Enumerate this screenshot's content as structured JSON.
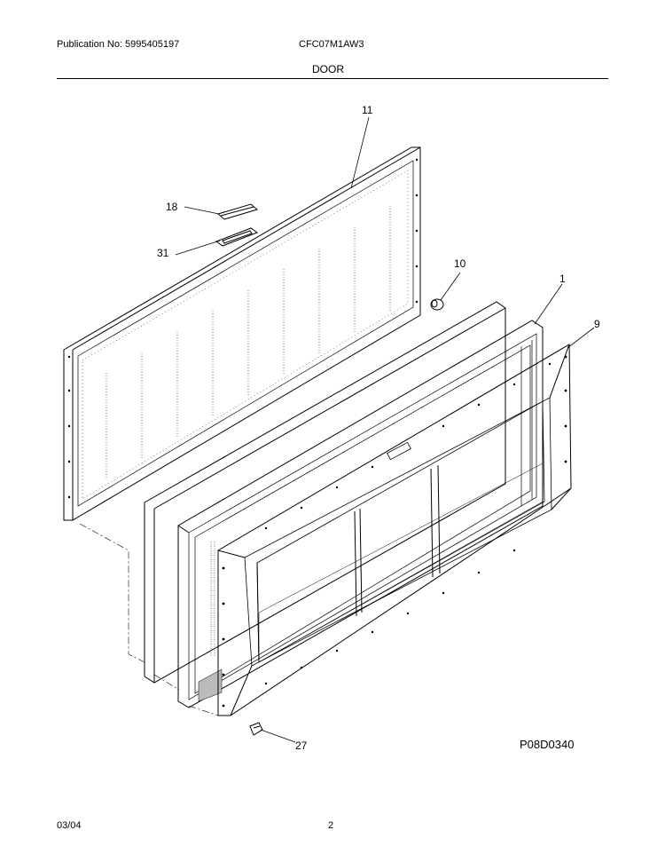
{
  "header": {
    "publication": "Publication No: 5995405197",
    "model": "CFC07M1AW3",
    "section": "DOOR"
  },
  "callouts": {
    "c11": "11",
    "c18": "18",
    "c31": "31",
    "c10": "10",
    "c1": "1",
    "c9": "9",
    "c27": "27"
  },
  "figure_code": "P08D0340",
  "footer": {
    "date": "03/04",
    "page": "2"
  }
}
